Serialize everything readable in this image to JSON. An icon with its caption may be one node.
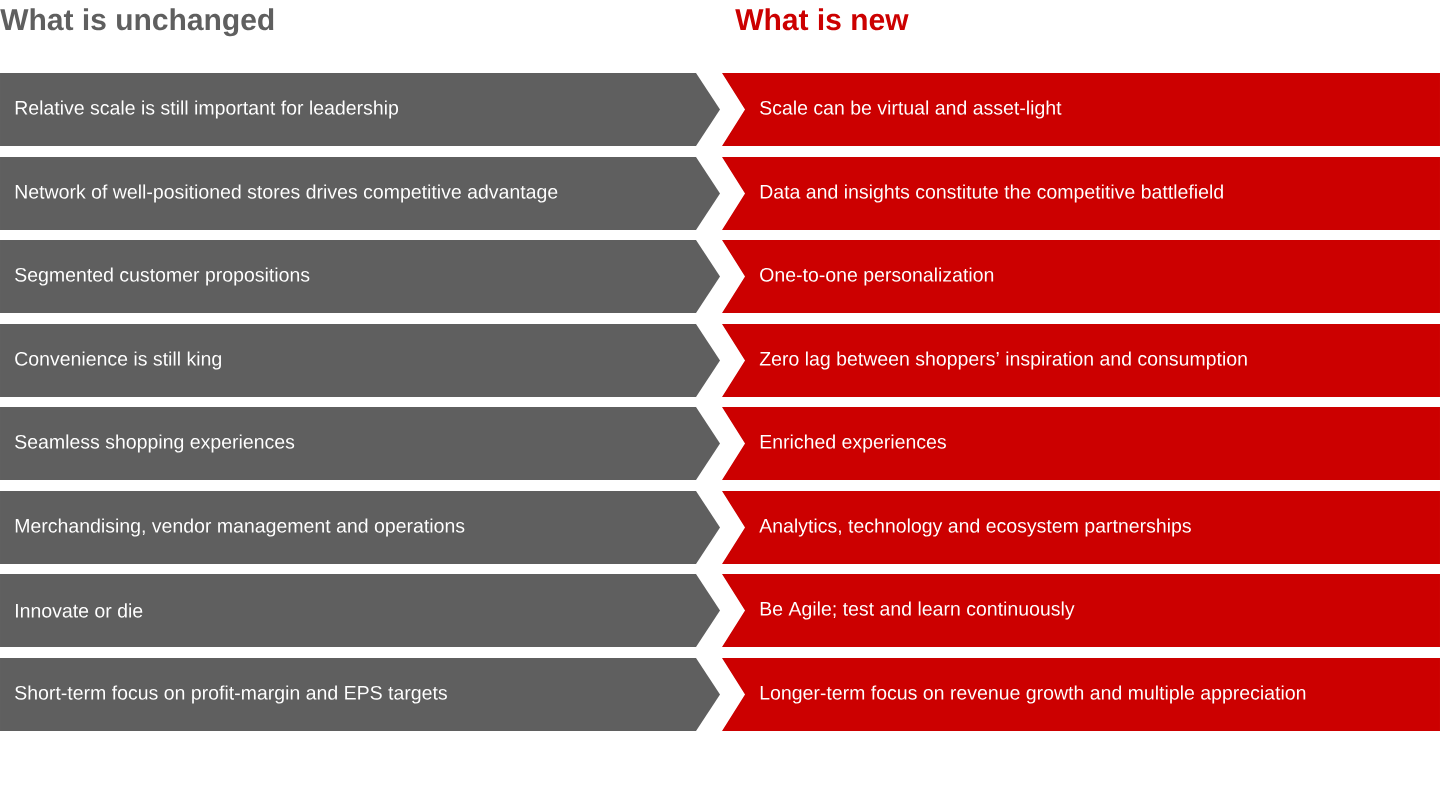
{
  "diagram": {
    "nodes": [
      {
        "text": [
          "Relative scale is still important for leadership"
        ]
      },
      {
        "text": [
          "Scale can be virtual and asset-light"
        ]
      },
      {
        "text": [
          "Network of well-positioned stores drives competitive advantage"
        ]
      },
      {
        "text": [
          "Data and insights constitute the competitive battlefield"
        ]
      },
      {
        "text": [
          "Segmented customer propositions"
        ]
      },
      {
        "text": [
          "One-to-one personalization"
        ]
      },
      {
        "text": [
          "Convenience is still king"
        ]
      },
      {
        "text": [
          "Zero lag between shoppers’ inspiration and consumption"
        ]
      },
      {
        "text": [
          "Seamless shopping experiences"
        ]
      },
      {
        "text": [
          "Enriched experiences"
        ]
      },
      {
        "text": [
          "Merchandising, vendor management and operations"
        ]
      },
      {
        "text": [
          "Analytics, technology and ecosystem partnerships"
        ]
      },
      {
        "text": [
          "Innovate or die"
        ]
      },
      {
        "text": [
          "Be Agile; test and learn continuously"
        ]
      },
      {
        "text": [
          "Short-term focus on profit-margin and EPS targets"
        ]
      },
      {
        "text": [
          "Longer-term focus on revenue growth and multiple appreciation"
        ]
      }
    ],
    "labels": [
      "What is unchanged",
      "What is new"
    ]
  }
}
